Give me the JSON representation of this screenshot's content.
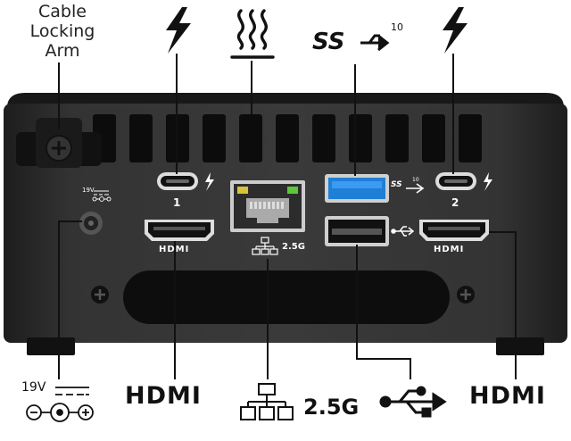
{
  "cable_locking_arm": {
    "line1": "Cable",
    "line2": "Locking",
    "line3": "Arm"
  },
  "ports": {
    "thunderbolt_1_number": "1",
    "thunderbolt_2_number": "2",
    "hdmi_label": "HDMI",
    "ethernet_speed": "2.5G",
    "usb_superspeed_mark": "SS",
    "usb_superspeed_rate": "10",
    "dc_voltage": "19V"
  },
  "callouts": {
    "hdmi_left": "HDMI",
    "hdmi_right": "HDMI",
    "ethernet_speed": "2.5G",
    "dc_voltage": "19V",
    "superspeed_mark": "SS",
    "superspeed_rate": "10"
  },
  "colors": {
    "chassis": "#2b2b2b",
    "chassis_top": "#1c1c1c",
    "vent": "#0c0c0c",
    "usb_blue": "#1f7fd6",
    "led_yellow": "#d9c23a",
    "led_green": "#5cc73b"
  }
}
